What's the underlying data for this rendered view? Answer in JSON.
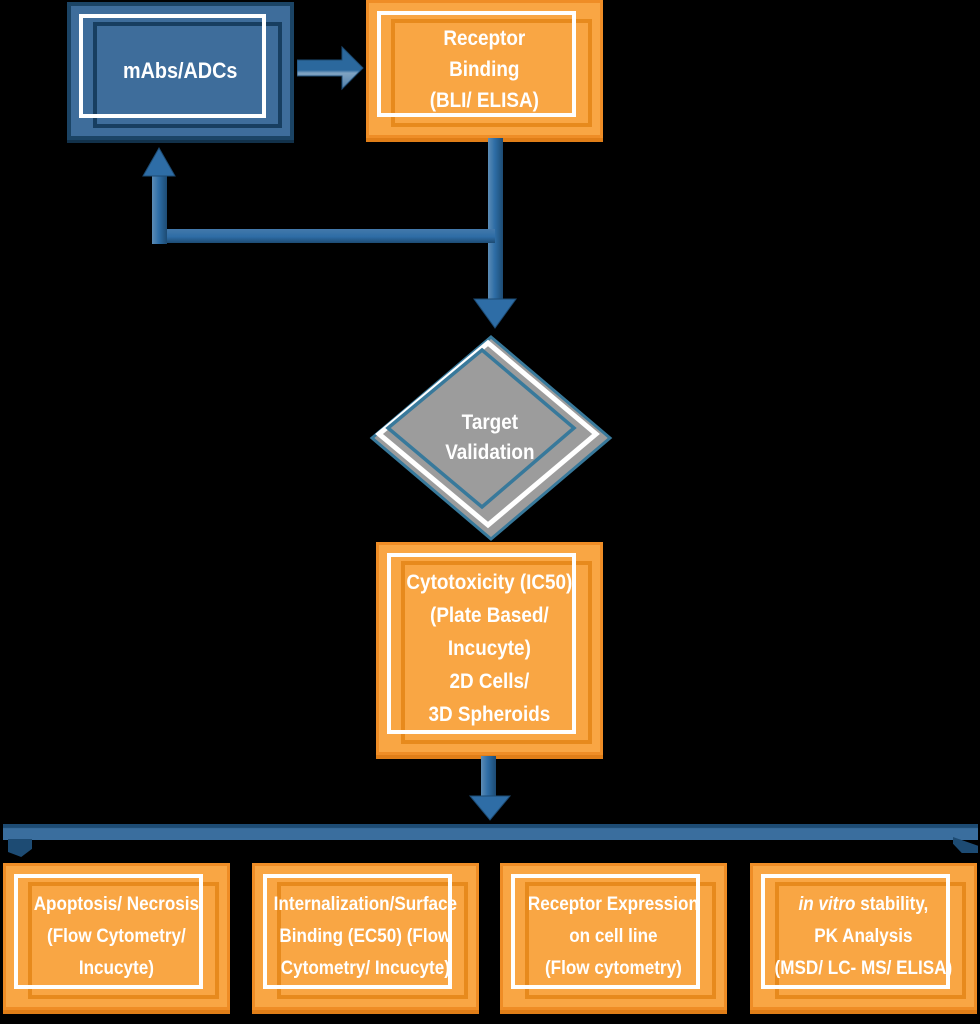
{
  "diagram": {
    "type": "flowchart",
    "background_color": "#000000"
  },
  "colors": {
    "blue_fill": "#3E6D9B",
    "blue_border": "#1B4465",
    "orange_fill": "#F9A644",
    "orange_border": "#EF8D26",
    "white": "#FFFFFF",
    "connector_blue": "#2E6DA6",
    "connector_dark": "#1D4B73",
    "diamond_gray": "#9C9C9C",
    "diamond_teal": "#38799B"
  },
  "nodes": {
    "mabs": {
      "label": "mAbs/ADCs"
    },
    "receptor_binding": {
      "lines": [
        "Receptor",
        "Binding",
        "(BLI/ ELISA)"
      ]
    },
    "target_validation": {
      "lines": [
        "Target",
        "Validation"
      ]
    },
    "cytotoxicity": {
      "lines": [
        "Cytotoxicity (IC50)",
        "(Plate Based/",
        "Incucyte)",
        "2D Cells/",
        "3D Spheroids"
      ]
    },
    "apoptosis": {
      "lines": [
        "Apoptosis/ Necrosis",
        "(Flow Cytometry/",
        "Incucyte)"
      ]
    },
    "internalization": {
      "lines": [
        "Internalization/Surface",
        "Binding (EC50) (Flow",
        "Cytometry/ Incucyte)"
      ]
    },
    "receptor_expression": {
      "lines": [
        "Receptor Expression",
        "on cell line",
        "(Flow cytometry)"
      ]
    },
    "invitro_stability": {
      "line1_italic": "in vitro",
      "line1_rest": " stability,",
      "lines": [
        "PK Analysis",
        "(MSD/ LC- MS/ ELISA)"
      ]
    }
  }
}
